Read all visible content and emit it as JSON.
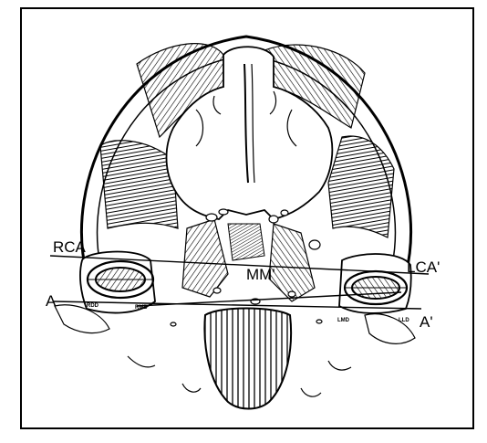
{
  "labels": {
    "rca": "RCA",
    "lca": "LCA'",
    "mm": "MM'",
    "a": "A",
    "a_prime": "A'",
    "rdd": "RDD",
    "rmd": "RMD",
    "lmd": "LMD",
    "lld": "LLD"
  },
  "colors": {
    "ink": "#000000",
    "paper": "#ffffff"
  }
}
